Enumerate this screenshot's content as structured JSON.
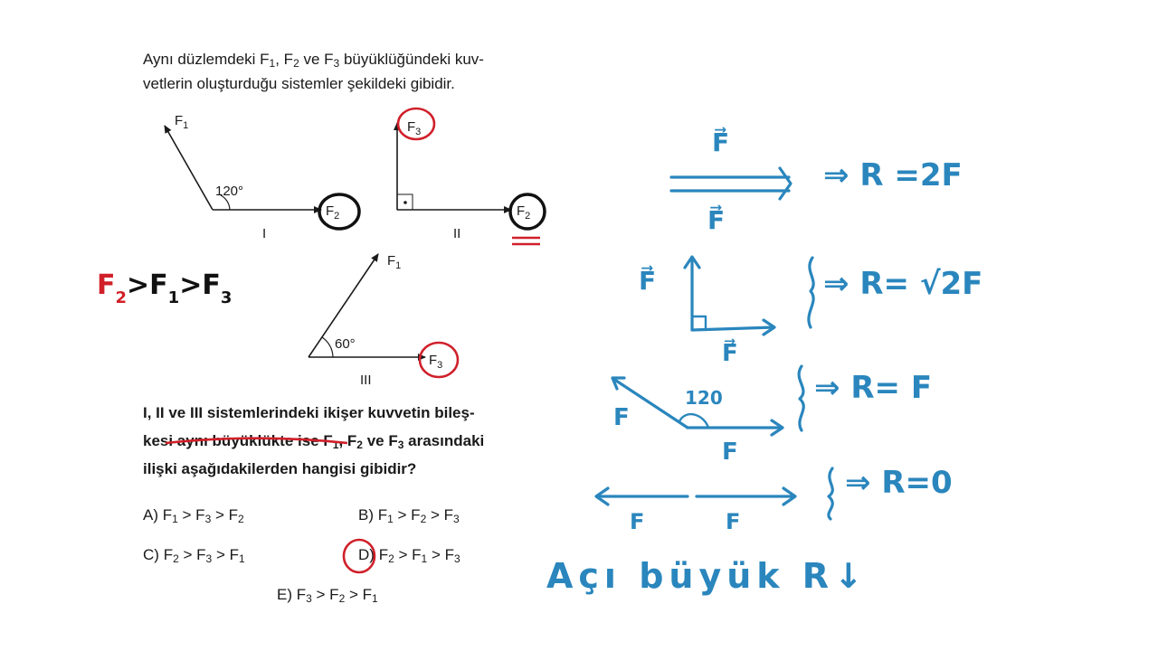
{
  "question": {
    "intro_line1_parts": [
      "Aynı düzlemdeki F",
      "1",
      ", F",
      "2",
      " ve F",
      "3",
      " büyüklüğündeki kuv-"
    ],
    "intro_line2": "vetlerin oluşturduğu sistemler şekildeki gibidir.",
    "prompt_line1": "I, II ve III sistemlerindeki ikişer kuvvetin bileş-",
    "prompt_line2_parts": [
      "kesi aynı büyüklükte ise",
      " F",
      "1",
      ", F",
      "2",
      " ve F",
      "3",
      " arasındaki"
    ],
    "prompt_line3": "ilişki aşağıdakilerden hangisi gibidir?"
  },
  "figures": {
    "sys1": {
      "angle": "120°",
      "f1": "F",
      "f1_sub": "1",
      "f2": "F",
      "f2_sub": "2",
      "roman": "I"
    },
    "sys2": {
      "f3": "F",
      "f3_sub": "3",
      "f2": "F",
      "f2_sub": "2",
      "roman": "II"
    },
    "sys3": {
      "angle": "60°",
      "f1": "F",
      "f1_sub": "1",
      "f3": "F",
      "f3_sub": "3",
      "roman": "III"
    }
  },
  "answers": [
    {
      "letter": "A)",
      "parts": [
        "F",
        "1",
        " > F",
        "3",
        " > F",
        "2"
      ]
    },
    {
      "letter": "B)",
      "parts": [
        "F",
        "1",
        " > F",
        "2",
        " > F",
        "3"
      ]
    },
    {
      "letter": "C)",
      "parts": [
        "F",
        "2",
        " > F",
        "3",
        " > F",
        "1"
      ]
    },
    {
      "letter": "D)",
      "parts": [
        "F",
        "2",
        " > F",
        "1",
        " > F",
        "3"
      ]
    },
    {
      "letter": "E)",
      "parts": [
        "F",
        "3",
        " > F",
        "2",
        " > F",
        "1"
      ]
    }
  ],
  "handwriting": {
    "red_order": [
      "F",
      "2",
      ">F",
      "1",
      ">F",
      "3"
    ],
    "r1": "⇒ R =2F",
    "r2": "⇒ R= √2F",
    "r3": "⇒ R= F",
    "r4": "⇒ R=0",
    "f_vec": "F⃗",
    "f_plain": "F",
    "angle_120": "120",
    "note": "Açı büyük R↓"
  },
  "colors": {
    "blue": "#2a86bd",
    "red": "#d0202a",
    "ink": "#1a1a1a"
  }
}
